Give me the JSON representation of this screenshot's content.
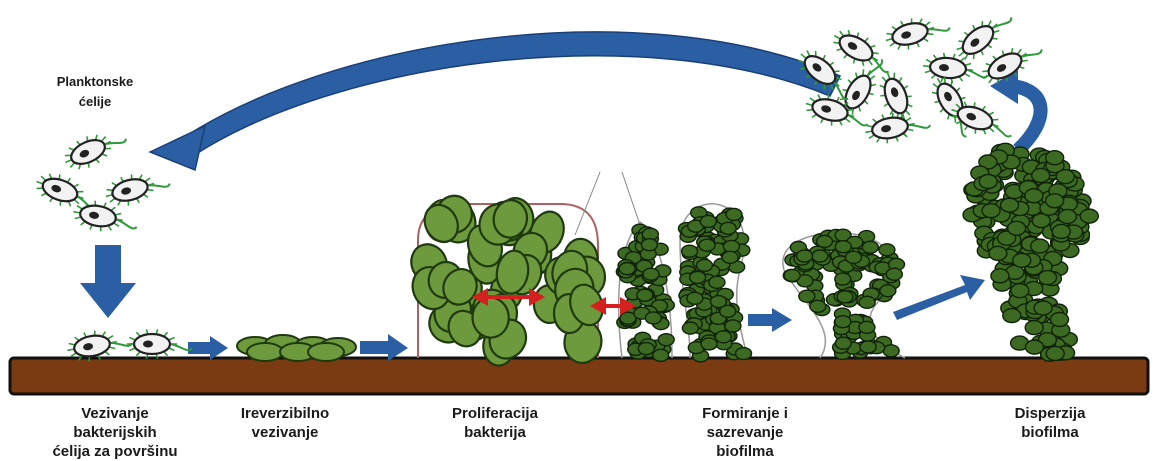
{
  "labels": {
    "planktonic": "Planktonske\nćelije",
    "attachment": "Vezivanje\nbakterijskih\nćelija za površinu",
    "irreversible": "Ireverzibilno\nvezivanje",
    "proliferation": "Proliferacija\nbakterija",
    "maturation": "Formiranje i\nsazrevanje\nbiofilma",
    "dispersion": "Disperzija\nbiofilma"
  },
  "colors": {
    "surface": "#7a3b12",
    "cell_fill": "#6d9a3c",
    "cell_stroke": "#1f3a10",
    "biofilm_fill": "#3d6a22",
    "arrow": "#2a5fa3",
    "arrow_dark": "#1e4a8a",
    "pressure_arrow": "#d61f1f",
    "planktonic_body": "#f2f2f2",
    "flagella": "#2e9a3a"
  }
}
